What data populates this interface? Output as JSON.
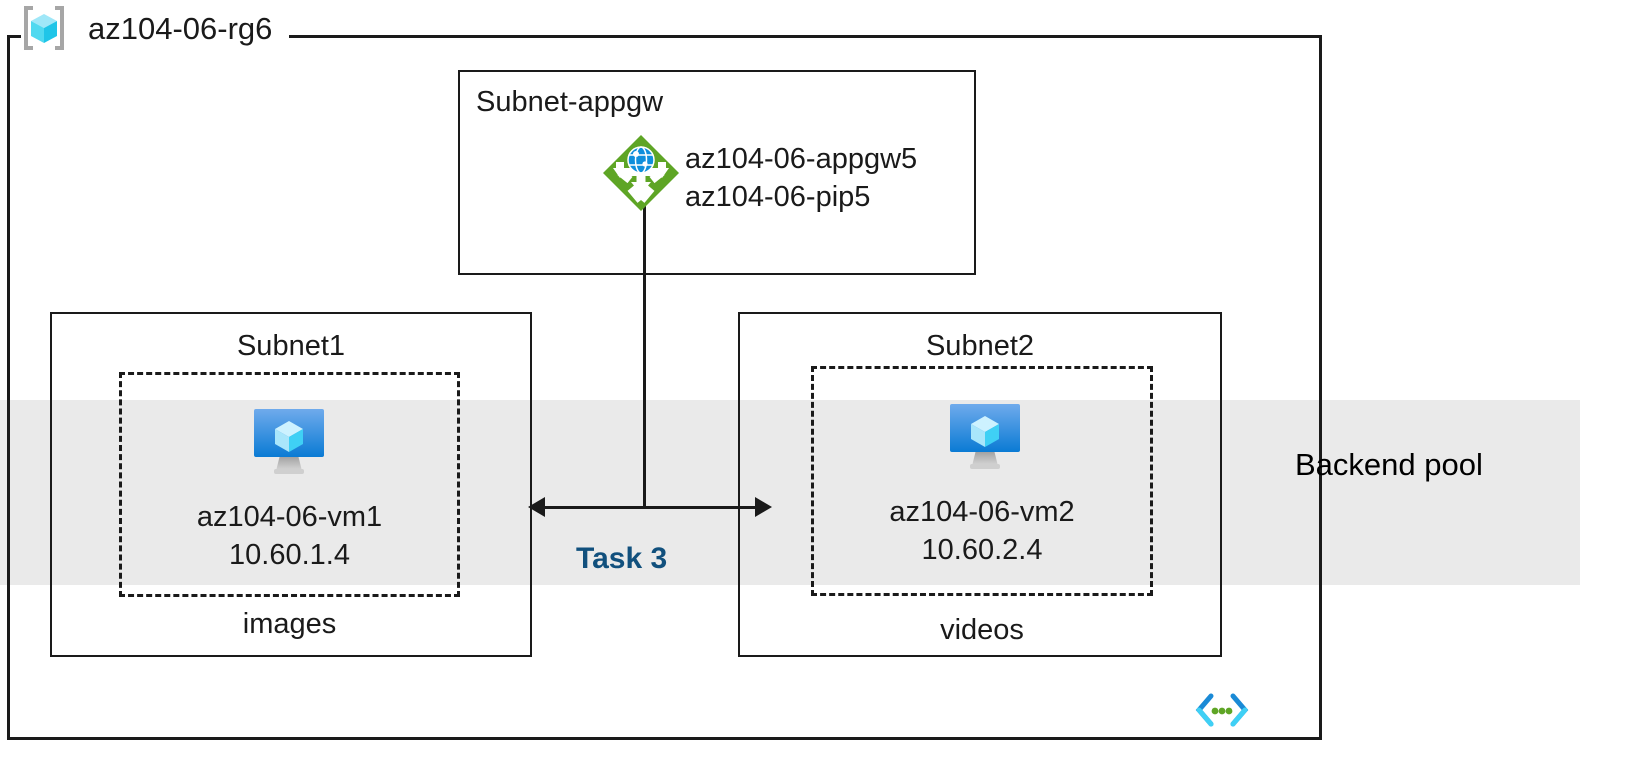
{
  "diagram": {
    "resource_group": {
      "name": "az104-06-rg6",
      "icon": "resource-group-cube-icon"
    },
    "backend_pool": {
      "label": "Backend pool",
      "band_color": "#eaeaea"
    },
    "appgw_subnet": {
      "title": "Subnet-appgw",
      "icon": "application-gateway-icon",
      "resources": [
        "az104-06-appgw5",
        "az104-06-pip5"
      ]
    },
    "subnet1": {
      "title": "Subnet1",
      "vm_icon": "virtual-machine-icon",
      "vm_name": "az104-06-vm1",
      "vm_ip": "10.60.1.4",
      "caption": "images"
    },
    "subnet2": {
      "title": "Subnet2",
      "vm_icon": "virtual-machine-icon",
      "vm_name": "az104-06-vm2",
      "vm_ip": "10.60.2.4",
      "caption": "videos"
    },
    "connector": {
      "task_label": "Task 3",
      "task_color": "#11507d"
    },
    "vnet_icon": "virtual-network-icon"
  }
}
